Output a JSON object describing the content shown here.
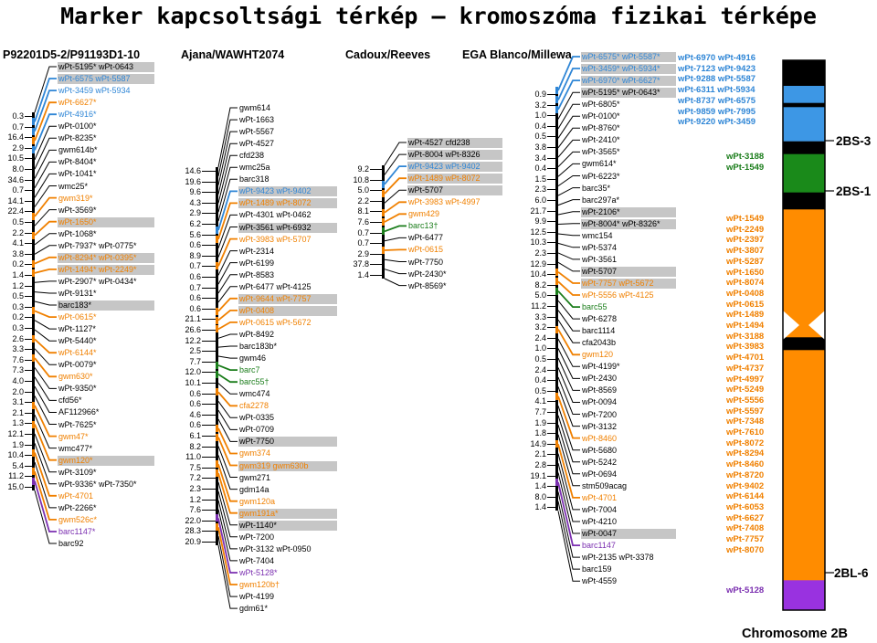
{
  "title": "Marker kapcsoltsági térkép – kromoszóma fizikai térképe",
  "colors": {
    "black": "#000000",
    "blue": "#2f86d6",
    "orange": "#f08000",
    "green": "#1b7d1b",
    "purple": "#7b2fb0",
    "gray_band": "#c6c6c6",
    "chrom_blue": "#3d97e5",
    "chrom_green": "#1a8a1a",
    "chrom_orange": "#ff8c00",
    "chrom_purple": "#9932e0",
    "chrom_black": "#000000"
  },
  "maps": [
    {
      "title": "P92201D5-2/P91193D1-10",
      "distances": [
        "0.3",
        "0.7",
        "16.4",
        "2.9",
        "10.5",
        "8.0",
        "34.6",
        "0.7",
        "14.1",
        "22.4",
        "0.5",
        "2.2",
        "4.1",
        "3.8",
        "0.2",
        "1.4",
        "1.2",
        "0.5",
        "0.3",
        "0.2",
        "0.3",
        "2.6",
        "3.3",
        "7.6",
        "7.3",
        "4.0",
        "2.0",
        "3.1",
        "2.1",
        "1.3",
        "12.1",
        "1.9",
        "10.4",
        "5.4",
        "11.2",
        "15.0"
      ],
      "markers": [
        {
          "text": "wPt-5195* wPt-0643",
          "color": "black",
          "band": true
        },
        {
          "text": "wPt-6575 wPt-5587",
          "color": "blue",
          "band": true
        },
        {
          "text": "wPt-3459 wPt-5934",
          "color": "blue"
        },
        {
          "text": "wPt-6627*",
          "color": "orange"
        },
        {
          "text": "wPt-4916*",
          "color": "blue"
        },
        {
          "text": "wPt-0100*",
          "color": "black"
        },
        {
          "text": "wPt-8235*",
          "color": "black"
        },
        {
          "text": "gwm614b*",
          "color": "black"
        },
        {
          "text": "wPt-8404*",
          "color": "black"
        },
        {
          "text": "wPt-1041*",
          "color": "black"
        },
        {
          "text": "wmc25*",
          "color": "black"
        },
        {
          "text": "gwm319*",
          "color": "orange"
        },
        {
          "text": "wPt-3569*",
          "color": "black"
        },
        {
          "text": "wPt-1650*",
          "color": "orange",
          "band": true
        },
        {
          "text": "wPt-1068*",
          "color": "black"
        },
        {
          "text": "wPt-7937* wPt-0775*",
          "color": "black"
        },
        {
          "text": "wPt-8294* wPt-0395*",
          "color": "orange",
          "band": true
        },
        {
          "text": "wPt-1494* wPt-2249*",
          "color": "orange",
          "band": true
        },
        {
          "text": "wPt-2907* wPt-0434*",
          "color": "black"
        },
        {
          "text": "wPt-9131*",
          "color": "black"
        },
        {
          "text": "barc183*",
          "color": "black",
          "band": true
        },
        {
          "text": "wPt-0615*",
          "color": "orange"
        },
        {
          "text": "wPt-1127*",
          "color": "black"
        },
        {
          "text": "wPt-5440*",
          "color": "black"
        },
        {
          "text": "wPt-6144*",
          "color": "orange"
        },
        {
          "text": "wPt-0079*",
          "color": "black"
        },
        {
          "text": "gwm630*",
          "color": "orange"
        },
        {
          "text": "wPt-9350*",
          "color": "black"
        },
        {
          "text": "cfd56*",
          "color": "black"
        },
        {
          "text": "AF112966*",
          "color": "black"
        },
        {
          "text": "wPt-7625*",
          "color": "black"
        },
        {
          "text": "gwm47*",
          "color": "orange"
        },
        {
          "text": "wmc477*",
          "color": "black"
        },
        {
          "text": "gwm120*",
          "color": "orange",
          "band": true
        },
        {
          "text": "wPt-3109*",
          "color": "black"
        },
        {
          "text": "wPt-9336* wPt-7350*",
          "color": "black"
        },
        {
          "text": "wPt-4701",
          "color": "orange"
        },
        {
          "text": "wPt-2266*",
          "color": "black"
        },
        {
          "text": "gwm526c*",
          "color": "orange"
        },
        {
          "text": "barc1147*",
          "color": "purple"
        },
        {
          "text": "barc92",
          "color": "black"
        }
      ]
    },
    {
      "title": "Ajana/WAWHT2074",
      "distances": [
        "14.6",
        "19.6",
        "9.6",
        "4.3",
        "2.9",
        "6.2",
        "5.6",
        "0.6",
        "8.9",
        "0.7",
        "0.6",
        "0.7",
        "0.6",
        "0.6",
        "21.1",
        "26.6",
        "12.2",
        "2.5",
        "7.7",
        "12.0",
        "10.1",
        "0.6",
        "0.6",
        "4.6",
        "0.6",
        "6.1",
        "8.2",
        "11.0",
        "7.5",
        "7.2",
        "2.3",
        "1.2",
        "7.6",
        "22.0",
        "28.3",
        "20.9"
      ],
      "markers": [
        {
          "text": "gwm614",
          "color": "black"
        },
        {
          "text": "wPt-1663",
          "color": "black"
        },
        {
          "text": "wPt-5567",
          "color": "black"
        },
        {
          "text": "wPt-4527",
          "color": "black"
        },
        {
          "text": "cfd238",
          "color": "black"
        },
        {
          "text": "wmc25a",
          "color": "black"
        },
        {
          "text": "barc318",
          "color": "black"
        },
        {
          "text": "wPt-9423 wPt-9402",
          "color": "blue",
          "band": true
        },
        {
          "text": "wPt-1489 wPt-8072",
          "color": "orange",
          "band": true
        },
        {
          "text": "wPt-4301 wPt-0462",
          "color": "black"
        },
        {
          "text": "wPt-3561 wPt-6932",
          "color": "black",
          "band": true
        },
        {
          "text": "wPt-3983 wPt-5707",
          "color": "orange"
        },
        {
          "text": "wPt-2314",
          "color": "black"
        },
        {
          "text": "wPt-6199",
          "color": "black"
        },
        {
          "text": "wPt-8583",
          "color": "black"
        },
        {
          "text": "wPt-6477 wPt-4125",
          "color": "black"
        },
        {
          "text": "wPt-9644 wPt-7757",
          "color": "orange",
          "band": true
        },
        {
          "text": "wPt-0408",
          "color": "orange",
          "band": true
        },
        {
          "text": "wPt-0615 wPt-5672",
          "color": "orange"
        },
        {
          "text": "wPt-8492",
          "color": "black"
        },
        {
          "text": "barc183b*",
          "color": "black"
        },
        {
          "text": "gwm46",
          "color": "black"
        },
        {
          "text": "barc7",
          "color": "green"
        },
        {
          "text": "barc55†",
          "color": "green"
        },
        {
          "text": "wmc474",
          "color": "black"
        },
        {
          "text": "cfa2278",
          "color": "orange"
        },
        {
          "text": "wPt-0335",
          "color": "black"
        },
        {
          "text": "wPt-0709",
          "color": "black"
        },
        {
          "text": "wPt-7750",
          "color": "black",
          "band": true
        },
        {
          "text": "gwm374",
          "color": "orange"
        },
        {
          "text": "gwm319 gwm630b",
          "color": "orange",
          "band": true
        },
        {
          "text": "gwm271",
          "color": "black"
        },
        {
          "text": "gdm14a",
          "color": "black"
        },
        {
          "text": "gwm120a",
          "color": "orange"
        },
        {
          "text": "gwm191a*",
          "color": "orange",
          "band": true
        },
        {
          "text": "wPt-1140*",
          "color": "black",
          "band": true
        },
        {
          "text": "wPt-7200",
          "color": "black"
        },
        {
          "text": "wPt-3132 wPt-0950",
          "color": "black"
        },
        {
          "text": "wPt-7404",
          "color": "black"
        },
        {
          "text": "wPt-5128*",
          "color": "purple"
        },
        {
          "text": "gwm120b†",
          "color": "orange"
        },
        {
          "text": "wPt-4199",
          "color": "black"
        },
        {
          "text": "gdm61*",
          "color": "black"
        }
      ]
    },
    {
      "title": "Cadoux/Reeves",
      "distances": [
        "9.2",
        "10.8",
        "5.0",
        "2.2",
        "8.1",
        "7.6",
        "0.7",
        "0.7",
        "2.9",
        "37.8",
        "1.4"
      ],
      "markers": [
        {
          "text": "wPt-4527 cfd238",
          "color": "black",
          "band": true
        },
        {
          "text": "wPt-8004 wPt-8326",
          "color": "black",
          "band": true
        },
        {
          "text": "wPt-9423 wPt-9402",
          "color": "blue",
          "band": true
        },
        {
          "text": "wPt-1489 wPt-8072",
          "color": "orange",
          "band": true
        },
        {
          "text": "wPt-5707",
          "color": "black",
          "band": true
        },
        {
          "text": "wPt-3983 wPt-4997",
          "color": "orange"
        },
        {
          "text": "gwm429",
          "color": "orange"
        },
        {
          "text": "barc13†",
          "color": "green"
        },
        {
          "text": "wPt-6477",
          "color": "black"
        },
        {
          "text": "wPt-0615",
          "color": "orange"
        },
        {
          "text": "wPt-7750",
          "color": "black"
        },
        {
          "text": "wPt-2430*",
          "color": "black"
        },
        {
          "text": "wPt-8569*",
          "color": "black"
        }
      ]
    },
    {
      "title": "EGA Blanco/Millewa",
      "distances": [
        "0.9",
        "3.2",
        "1.0",
        "0.4",
        "0.5",
        "3.8",
        "3.4",
        "0.4",
        "1.5",
        "2.3",
        "6.0",
        "21.7",
        "9.9",
        "12.5",
        "10.3",
        "2.3",
        "12.9",
        "10.4",
        "8.2",
        "5.0",
        "11.2",
        "3.3",
        "3.2",
        "2.4",
        "1.0",
        "0.5",
        "2.4",
        "0.4",
        "0.5",
        "4.1",
        "7.7",
        "1.9",
        "1.8",
        "14.9",
        "2.1",
        "2.8",
        "19.1",
        "1.4",
        "8.0",
        "1.4"
      ],
      "markers": [
        {
          "text": "wPt-6575* wPt-5587*",
          "color": "blue",
          "band": true
        },
        {
          "text": "wPt-3459* wPt-5934*",
          "color": "blue",
          "band": true
        },
        {
          "text": "wPt-6970* wPt-6627*",
          "color": "blue",
          "band": true
        },
        {
          "text": "wPt-5195* wPt-0643*",
          "color": "black",
          "band": true
        },
        {
          "text": "wPt-6805*",
          "color": "black"
        },
        {
          "text": "wPt-0100*",
          "color": "black"
        },
        {
          "text": "wPt-8760*",
          "color": "black"
        },
        {
          "text": "wPt-2410*",
          "color": "black"
        },
        {
          "text": "wPt-3565*",
          "color": "black"
        },
        {
          "text": "gwm614*",
          "color": "black"
        },
        {
          "text": "wPt-6223*",
          "color": "black"
        },
        {
          "text": "barc35*",
          "color": "black"
        },
        {
          "text": "barc297a*",
          "color": "black"
        },
        {
          "text": "wPt-2106*",
          "color": "black",
          "band": true
        },
        {
          "text": "wPt-8004* wPt-8326*",
          "color": "black",
          "band": true
        },
        {
          "text": "wmc154",
          "color": "black"
        },
        {
          "text": "wPt-5374",
          "color": "black"
        },
        {
          "text": "wPt-3561",
          "color": "black"
        },
        {
          "text": "wPt-5707",
          "color": "black",
          "band": true
        },
        {
          "text": "wPt-7757 wPt-5672",
          "color": "orange",
          "band": true
        },
        {
          "text": "wPt-5556 wPt-4125",
          "color": "orange"
        },
        {
          "text": "barc55",
          "color": "green"
        },
        {
          "text": "wPt-6278",
          "color": "black"
        },
        {
          "text": "barc1114",
          "color": "black"
        },
        {
          "text": "cfa2043b",
          "color": "black"
        },
        {
          "text": "gwm120",
          "color": "orange"
        },
        {
          "text": "wPt-4199*",
          "color": "black"
        },
        {
          "text": "wPt-2430",
          "color": "black"
        },
        {
          "text": "wPt-8569",
          "color": "black"
        },
        {
          "text": "wPt-0094",
          "color": "black"
        },
        {
          "text": "wPt-7200",
          "color": "black"
        },
        {
          "text": "wPt-3132",
          "color": "black"
        },
        {
          "text": "wPt-8460",
          "color": "orange"
        },
        {
          "text": "wPt-5680",
          "color": "black"
        },
        {
          "text": "wPt-5242",
          "color": "black"
        },
        {
          "text": "wPt-0694",
          "color": "black"
        },
        {
          "text": "stm509acag",
          "color": "black"
        },
        {
          "text": "wPt-4701",
          "color": "orange"
        },
        {
          "text": "wPt-7004",
          "color": "black"
        },
        {
          "text": "wPt-4210",
          "color": "black"
        },
        {
          "text": "wPt-0047",
          "color": "black",
          "band": true
        },
        {
          "text": "barc1147",
          "color": "purple"
        },
        {
          "text": "wPt-2135 wPt-3378",
          "color": "black"
        },
        {
          "text": "barc159",
          "color": "black"
        },
        {
          "text": "wPt-4559",
          "color": "black"
        }
      ]
    }
  ],
  "chromosome": {
    "label": "Chromosome 2B",
    "arms": [
      "2BS-3",
      "2BS-1",
      "2BL-6"
    ],
    "segments": [
      {
        "color": "chrom_black",
        "units": 6
      },
      {
        "color": "chrom_blue",
        "units": 4
      },
      {
        "color": "chrom_black",
        "units": 1
      },
      {
        "color": "chrom_blue",
        "units": 8
      },
      {
        "color": "chrom_black",
        "units": 3
      },
      {
        "color": "chrom_green",
        "units": 9
      },
      {
        "color": "chrom_black",
        "units": 4
      },
      {
        "color": "chrom_orange",
        "units": 30
      },
      {
        "color": "chrom_black",
        "units": 3
      },
      {
        "color": "chrom_orange",
        "units": 54
      },
      {
        "color": "chrom_purple",
        "units": 7
      }
    ],
    "marker_groups": [
      {
        "color": "blue",
        "lines": [
          "wPt-6970 wPt-4916",
          "wPt-7123 wPt-9423",
          "wPt-9288 wPt-5587",
          "wPt-6311 wPt-5934",
          "wPt-8737 wPt-6575",
          "wPt-9859 wPt-7995",
          "wPt-9220 wPt-3459"
        ]
      },
      {
        "color": "green",
        "lines": [
          "wPt-3188",
          "wPt-1549"
        ]
      },
      {
        "color": "orange",
        "lines": [
          "wPt-1549",
          "wPt-2249",
          "wPt-2397",
          "wPt-3807",
          "wPt-5287",
          "wPt-1650",
          "wPt-8074",
          "wPt-0408",
          "wPt-0615",
          "wPt-1489",
          "wPt-1494",
          "wPt-3188",
          "wPt-3983",
          "wPt-4701",
          "wPt-4737",
          "wPt-4997",
          "wPt-5249",
          "wPt-5556",
          "wPt-5597",
          "wPt-7348",
          "wPt-7610",
          "wPt-8072",
          "wPt-8294",
          "wPt-8460",
          "wPt-8720",
          "wPt-9402",
          "wPt-6144",
          "wPt-6053",
          "wPt-6627",
          "wPt-7408",
          "wPt-7757",
          "wPt-8070"
        ]
      },
      {
        "color": "purple",
        "lines": [
          "wPt-5128"
        ]
      }
    ]
  }
}
